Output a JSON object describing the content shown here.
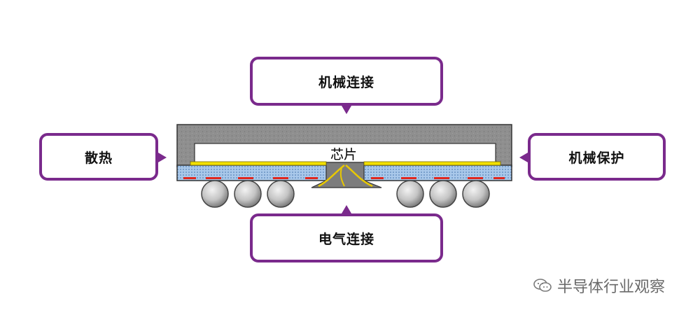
{
  "callouts": {
    "top": "机械连接",
    "left": "散热",
    "right": "机械保护",
    "bottom": "电气连接"
  },
  "chip": {
    "label": "芯片"
  },
  "watermark": {
    "text": "半导体行业观察",
    "icon": "wechat-icon"
  },
  "colors": {
    "accent": "#7a2a8c",
    "mold": "#8f8f8f",
    "die": "#ffffff",
    "die_attach": "#f2e000",
    "substrate": "#a9c8ea",
    "pads": "#e0271e",
    "solder_ball": "#c8c8c8"
  }
}
